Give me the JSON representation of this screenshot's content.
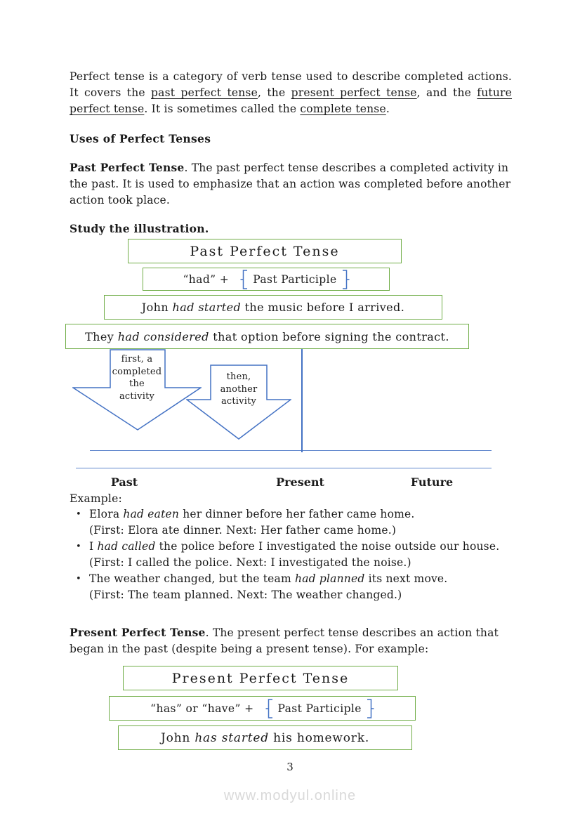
{
  "colors": {
    "box_green": "#70AD47",
    "diagram_blue": "#4472C4",
    "text": "#1b1b1b",
    "watermark_gray": "#d9d9d9"
  },
  "intro": {
    "segments": [
      {
        "t": "Perfect tense is a category of verb tense used to describe completed actions. It covers the "
      },
      {
        "t": "past perfect tense",
        "u": true
      },
      {
        "t": ", the "
      },
      {
        "t": "present perfect tense",
        "u": true
      },
      {
        "t": ", and the "
      },
      {
        "t": "future perfect tense",
        "u": true
      },
      {
        "t": ". It is sometimes called the "
      },
      {
        "t": "complete tense",
        "u": true
      },
      {
        "t": "."
      }
    ]
  },
  "headings": {
    "uses": "Uses of Perfect Tenses",
    "study": "Study the illustration.",
    "example": "Example:"
  },
  "past": {
    "para": [
      {
        "t": "Past Perfect Tense",
        "b": true
      },
      {
        "t": ". The past perfect tense describes a completed activity in the past. It is used to emphasize that an action was completed before another action took place."
      }
    ],
    "diagram": {
      "title": "Past Perfect Tense",
      "formula_prefix": "“had”  +",
      "bracket_text": "Past Participle",
      "example1": [
        {
          "t": "John "
        },
        {
          "t": "had started",
          "i": true
        },
        {
          "t": " the music before I arrived."
        }
      ],
      "example2": [
        {
          "t": "They "
        },
        {
          "t": "had considered",
          "i": true
        },
        {
          "t": " that option before signing the contract."
        }
      ],
      "arrow1_lines": [
        "first, a",
        "completed",
        "the",
        "activity"
      ],
      "arrow2_lines": [
        "then,",
        "another",
        "activity"
      ],
      "timeline_labels": [
        "Past",
        "Present",
        "Future"
      ]
    },
    "bullets": [
      {
        "main": [
          {
            "t": "Elora "
          },
          {
            "t": "had eaten",
            "i": true
          },
          {
            "t": " her dinner before her father came home."
          }
        ],
        "note": "(First: Elora ate dinner. Next: Her father came home.)"
      },
      {
        "main": [
          {
            "t": "I "
          },
          {
            "t": "had called",
            "i": true
          },
          {
            "t": " the police before I investigated the noise outside our house."
          }
        ],
        "note": "(First: I called the police. Next: I investigated the noise.)"
      },
      {
        "main": [
          {
            "t": "The weather changed, but the team "
          },
          {
            "t": "had planned",
            "i": true
          },
          {
            "t": " its next move."
          }
        ],
        "note": "(First: The team planned. Next: The weather changed.)"
      }
    ]
  },
  "present": {
    "para": [
      {
        "t": "Present Perfect Tense",
        "b": true
      },
      {
        "t": ". The present perfect tense describes an action that began in the past (despite being a present tense). For example:"
      }
    ],
    "diagram": {
      "title": "Present Perfect Tense",
      "formula_prefix": "“has” or “have” +",
      "bracket_text": "Past Participle",
      "example": [
        {
          "t": "John "
        },
        {
          "t": "has started",
          "i": true
        },
        {
          "t": " his homework."
        }
      ]
    }
  },
  "footer": {
    "page_number": "3",
    "watermark": "www.modyul.online"
  }
}
